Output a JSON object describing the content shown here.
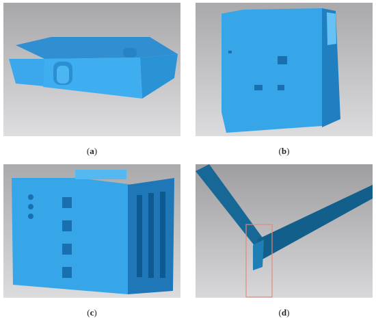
{
  "figure": {
    "panels": [
      {
        "id": "a",
        "label_letter": "a"
      },
      {
        "id": "b",
        "label_letter": "b"
      },
      {
        "id": "c",
        "label_letter": "c"
      },
      {
        "id": "d",
        "label_letter": "d"
      }
    ]
  },
  "colors": {
    "background_top": "#a9a9ab",
    "background_bottom": "#dcdcde",
    "model_blue": "#36a6e8",
    "model_shadow": "#1a78b8",
    "model_dark": "#0e5a88",
    "highlight_box": "#e08a7a"
  }
}
